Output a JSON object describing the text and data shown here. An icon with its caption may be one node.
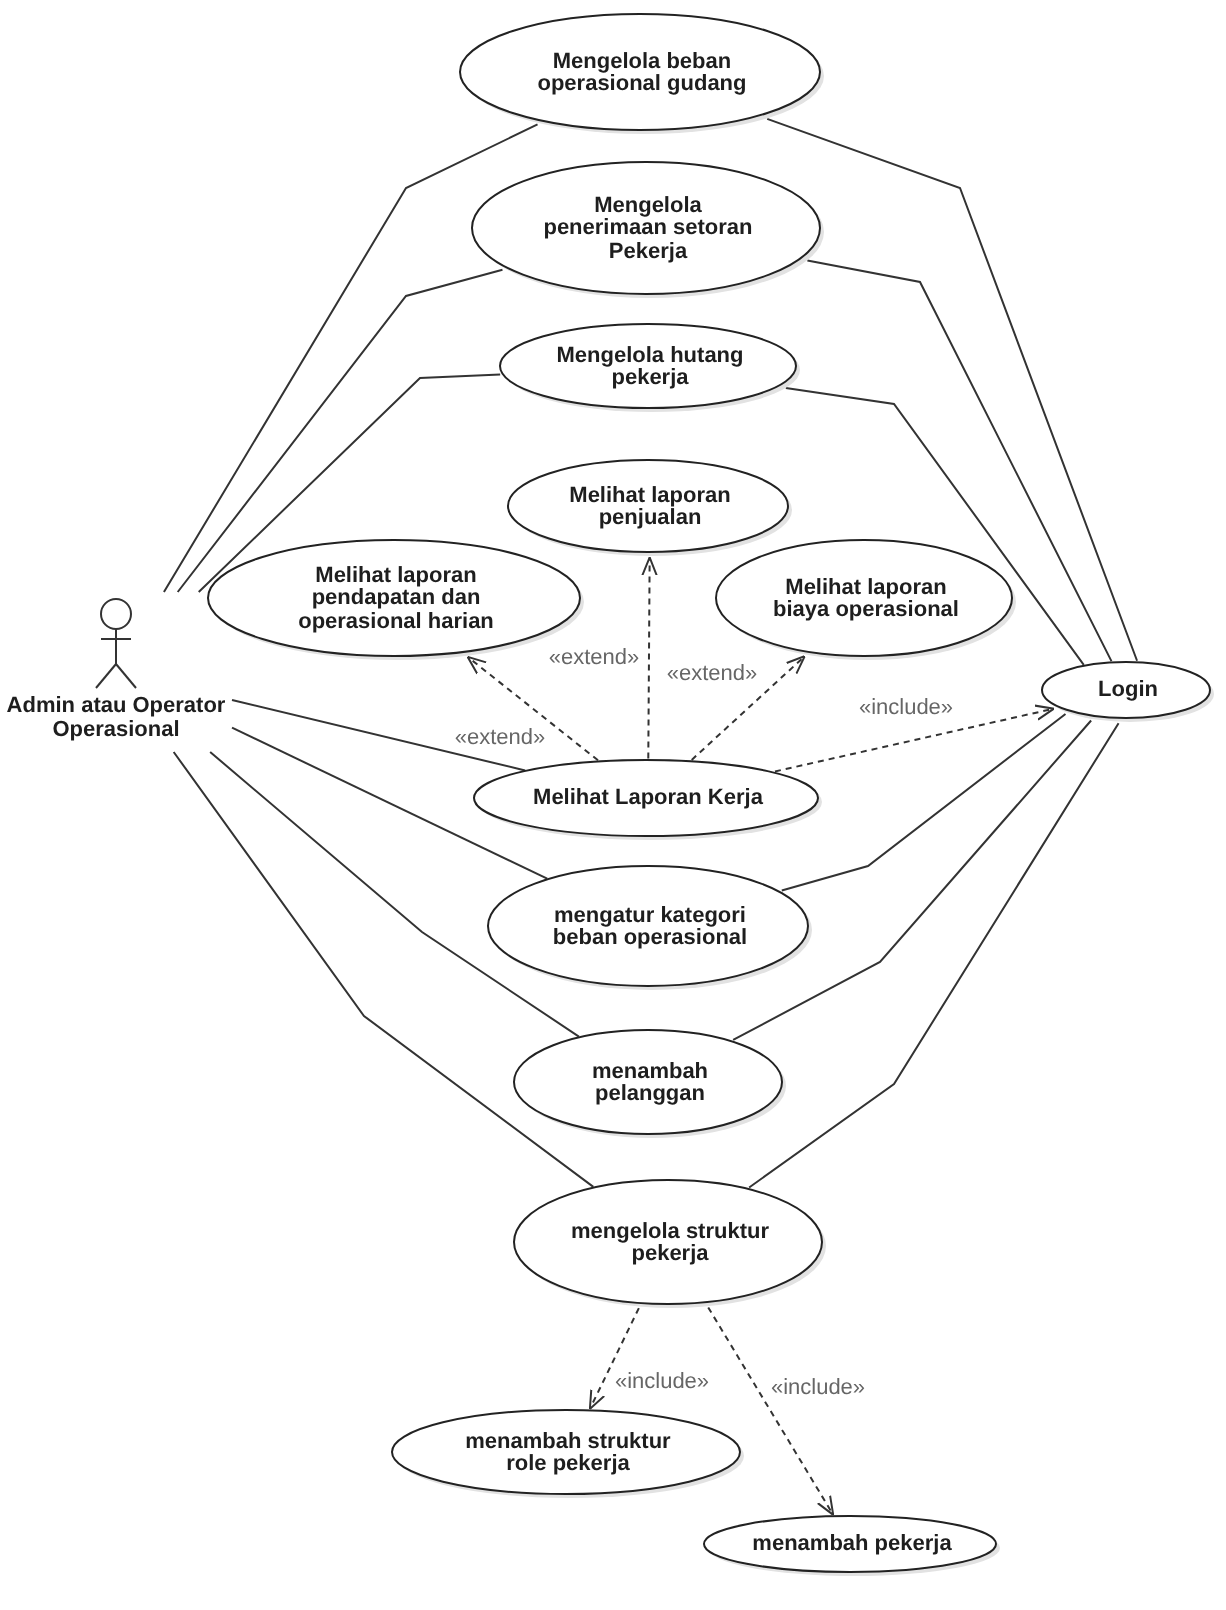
{
  "diagram": {
    "nodes": [
      {
        "text": [
          "Mengelola beban operasional gudang"
        ]
      },
      {
        "text": [
          "Mengelola penerimaan setoran Pekerja"
        ]
      },
      {
        "text": [
          "Mengelola hutang pekerja"
        ]
      },
      {
        "text": [
          "Melihat laporan penjualan"
        ]
      },
      {
        "text": [
          "Melihat laporan pendapatan dan operasional harian"
        ]
      },
      {
        "text": [
          "Melihat laporan biaya operasional"
        ]
      },
      {
        "text": [
          "Admin atau Operator Operasional"
        ]
      },
      {
        "text": [
          "Login"
        ]
      },
      {
        "text": [
          "Melihat Laporan Kerja"
        ]
      },
      {
        "text": [
          "mengatur kategori beban operasional"
        ]
      },
      {
        "text": [
          "menambah pelanggan"
        ]
      },
      {
        "text": [
          "mengelola struktur pekerja"
        ]
      },
      {
        "text": [
          "menambah struktur role pekerja"
        ]
      },
      {
        "text": [
          "menambah pekerja"
        ]
      }
    ],
    "edges": [
      {
        "from": 6,
        "to": 0,
        "arrow": "none"
      },
      {
        "from": 6,
        "to": 1,
        "arrow": "none"
      },
      {
        "from": 6,
        "to": 2,
        "arrow": "none"
      },
      {
        "from": 6,
        "to": 8,
        "arrow": "none"
      },
      {
        "from": 6,
        "to": 9,
        "arrow": "none"
      },
      {
        "from": 6,
        "to": 10,
        "arrow": "none"
      },
      {
        "from": 6,
        "to": 11,
        "arrow": "none"
      },
      {
        "from": 0,
        "to": 7,
        "arrow": "none"
      },
      {
        "from": 1,
        "to": 7,
        "arrow": "none"
      },
      {
        "from": 2,
        "to": 7,
        "arrow": "none"
      },
      {
        "from": 9,
        "to": 7,
        "arrow": "none"
      },
      {
        "from": 10,
        "to": 7,
        "arrow": "none"
      },
      {
        "from": 11,
        "to": 7,
        "arrow": "none"
      },
      {
        "from": 8,
        "to": 4,
        "arrow": "to",
        "label": "«extend»",
        "style": "dashed"
      },
      {
        "from": 8,
        "to": 3,
        "arrow": "to",
        "label": "«extend»",
        "style": "dashed"
      },
      {
        "from": 8,
        "to": 5,
        "arrow": "to",
        "label": "«extend»",
        "style": "dashed"
      },
      {
        "from": 8,
        "to": 7,
        "arrow": "to",
        "label": "«include»",
        "style": "dashed"
      },
      {
        "from": 11,
        "to": 12,
        "arrow": "to",
        "label": "«include»",
        "style": "dashed"
      },
      {
        "from": 11,
        "to": 13,
        "arrow": "to",
        "label": "«include»",
        "style": "dashed"
      }
    ]
  }
}
